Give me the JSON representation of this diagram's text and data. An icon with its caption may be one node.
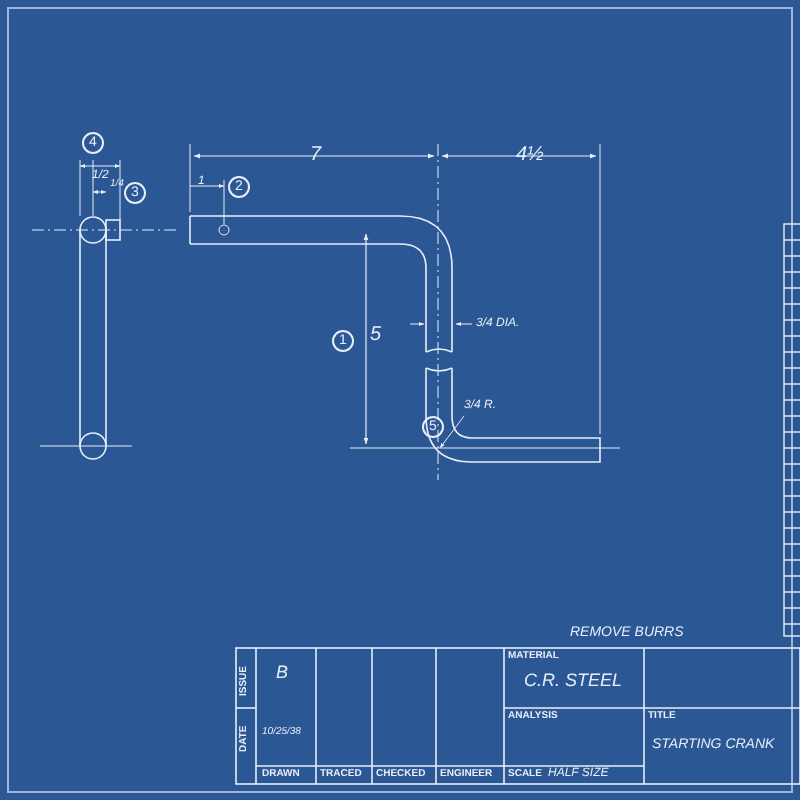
{
  "diagram": {
    "labels": [
      "4",
      "1/2",
      "1/4",
      "3",
      "7",
      "4½",
      "1",
      "2",
      "1",
      "5",
      "3/4 DIA.",
      "3/4 R.",
      "5",
      "REMOVE BURRS",
      "ISSUE",
      "B",
      "DATE",
      "10/25/38",
      "DRAWN",
      "TRACED",
      "CHECKED",
      "ENGINEER",
      "SCALE",
      "HALF SIZE",
      "MATERIAL",
      "C.R. STEEL",
      "ANALYSIS",
      "TITLE",
      "STARTING CRANK"
    ]
  }
}
